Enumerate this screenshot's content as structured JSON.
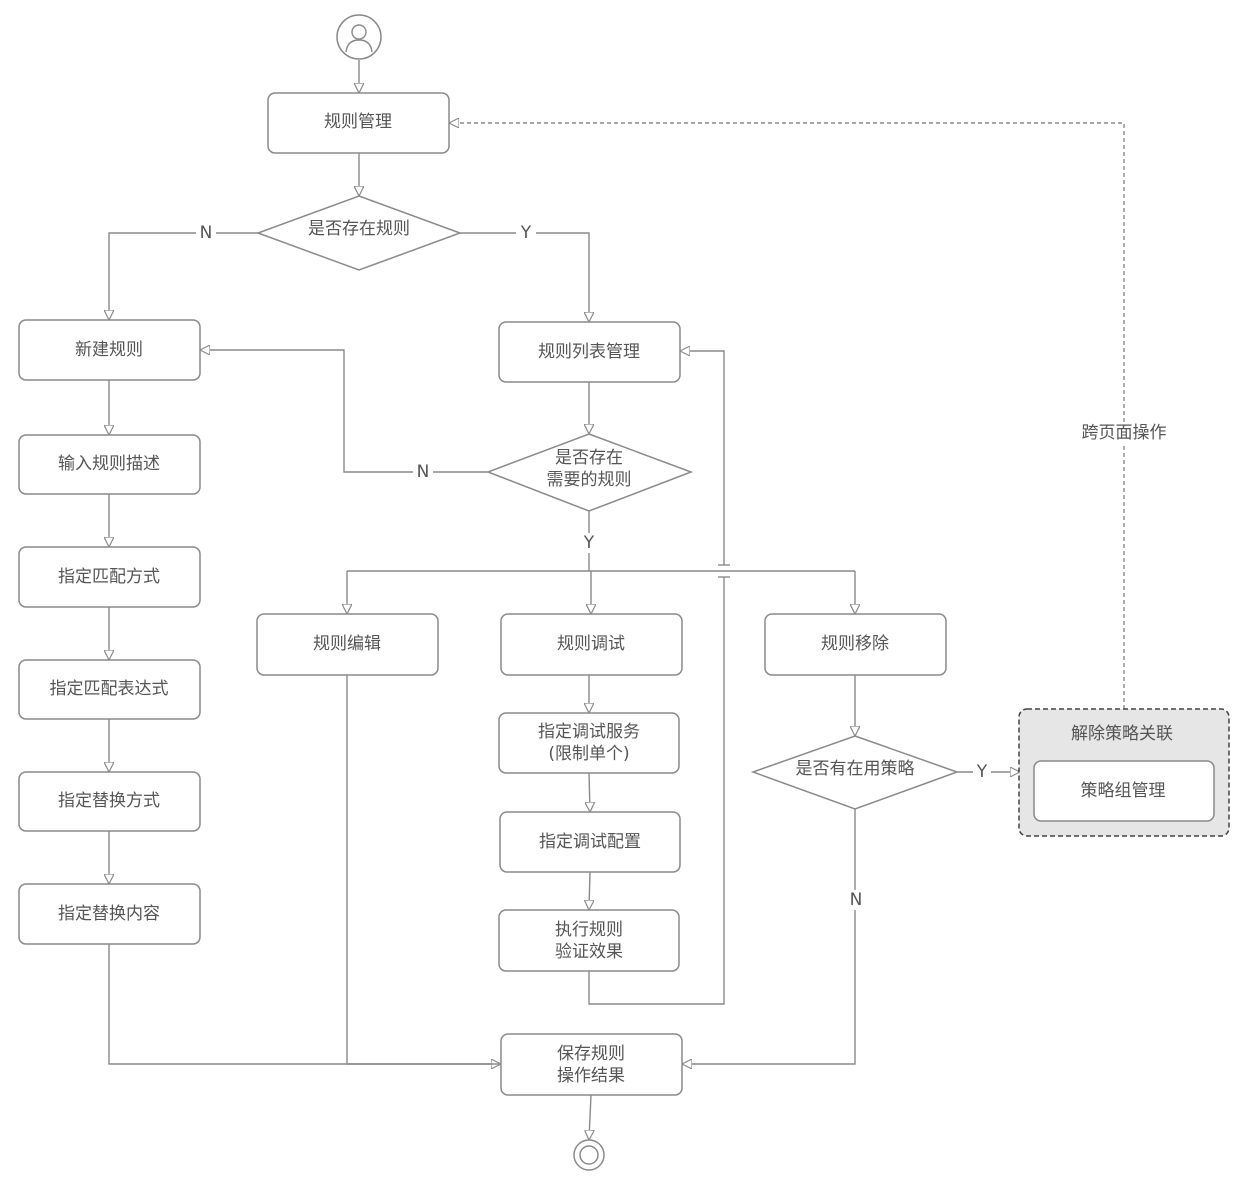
{
  "nodes": {
    "rule_mgmt": "规则管理",
    "has_rule": "是否存在规则",
    "new_rule": "新建规则",
    "input_desc": "输入规则描述",
    "match_mode": "指定匹配方式",
    "match_expr": "指定匹配表达式",
    "replace_mode": "指定替换方式",
    "replace_content": "指定替换内容",
    "rule_list": "规则列表管理",
    "need_rule_1": "是否存在",
    "need_rule_2": "需要的规则",
    "rule_edit": "规则编辑",
    "rule_debug": "规则调试",
    "rule_remove": "规则移除",
    "debug_service_1": "指定调试服务",
    "debug_service_2": "(限制单个)",
    "debug_config": "指定调试配置",
    "exec_1": "执行规则",
    "exec_2": "验证效果",
    "in_use_policy": "是否有在用策略",
    "group_title": "解除策略关联",
    "policy_group": "策略组管理",
    "save_1": "保存规则",
    "save_2": "操作结果"
  },
  "labels": {
    "n_left": "N",
    "y_right": "Y",
    "n_mid": "N",
    "y_mid": "Y",
    "y_policy": "Y",
    "n_policy": "N",
    "cross_page": "跨页面操作"
  },
  "colors": {
    "line": "#8a8a8a",
    "text": "#555555",
    "group_fill": "#e6e6e6"
  }
}
